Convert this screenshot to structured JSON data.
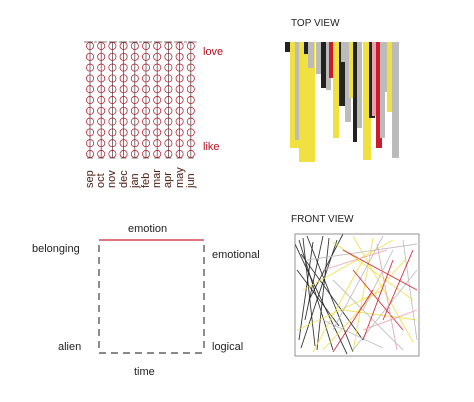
{
  "calendar": {
    "label_top": "love",
    "label_bottom": "like",
    "months": [
      "sep",
      "oct",
      "nov",
      "dec",
      "jan",
      "feb",
      "mar",
      "apr",
      "may",
      "jun"
    ],
    "rows": 11,
    "accent_color": "#b01020",
    "line_color": "#555555"
  },
  "top_view": {
    "title": "TOP VIEW",
    "colors": [
      "#f0e040",
      "#222222",
      "#bbbbbb",
      "#cc1a2a",
      "#e8a0b0"
    ]
  },
  "front_view": {
    "title": "FRONT VIEW"
  },
  "quadrant": {
    "top": "emotion",
    "bottom": "time",
    "top_left": "belonging",
    "top_right": "emotional",
    "bottom_left": "alien",
    "bottom_right": "logical",
    "accent_color": "#d02030"
  }
}
